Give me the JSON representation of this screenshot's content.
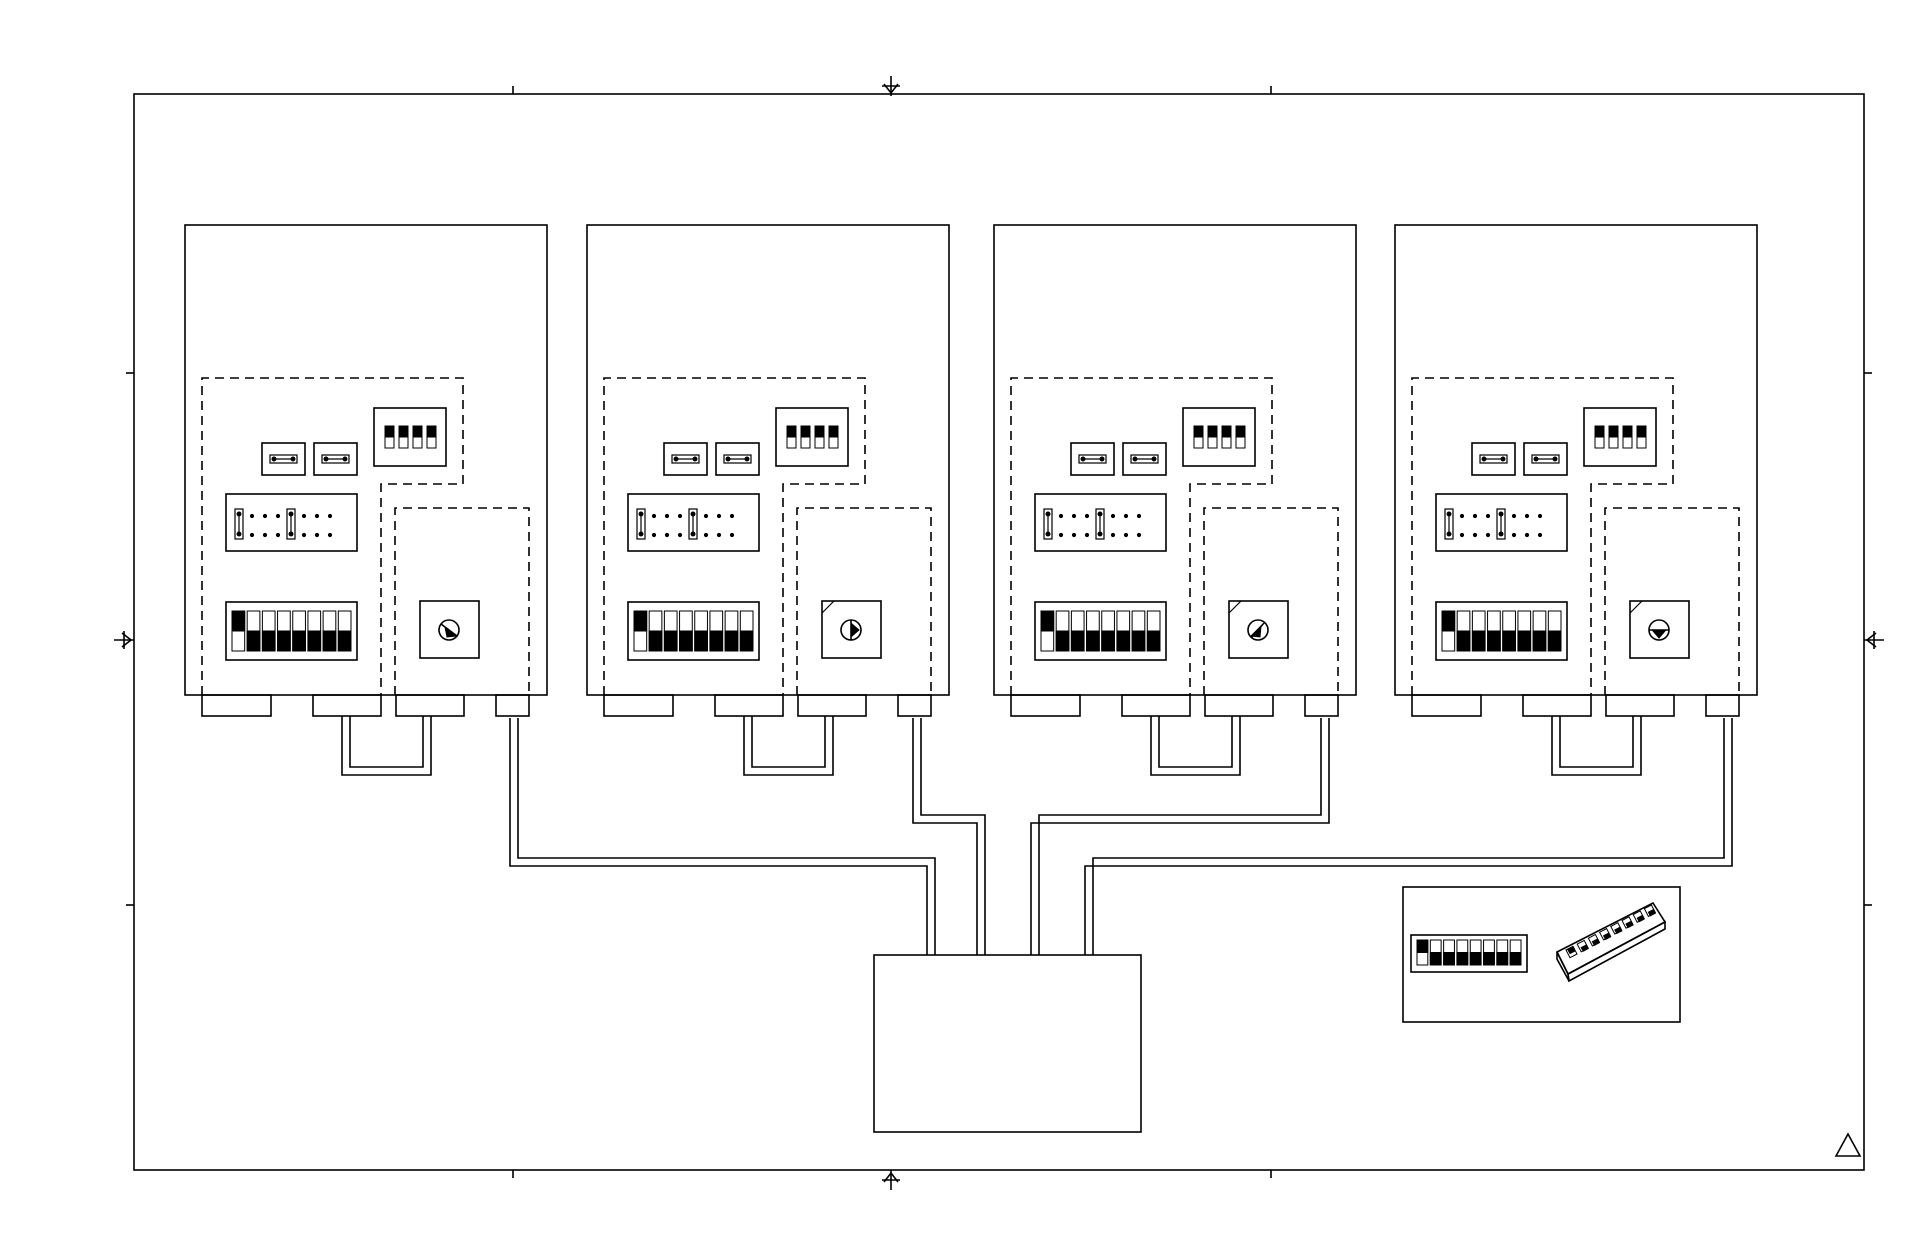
{
  "units": [
    {
      "id": "unit-1",
      "dip4": [
        1,
        1,
        1,
        1
      ],
      "dip8": [
        1,
        0,
        0,
        0,
        0,
        0,
        0,
        0
      ],
      "jumper_row": [
        1,
        0,
        0,
        0,
        1,
        0,
        0,
        0
      ],
      "rotary": "slash"
    },
    {
      "id": "unit-2",
      "dip4": [
        1,
        1,
        1,
        1
      ],
      "dip8": [
        1,
        0,
        0,
        0,
        0,
        0,
        0,
        0
      ],
      "jumper_row": [
        1,
        0,
        0,
        0,
        1,
        0,
        0,
        0
      ],
      "rotary": "right-half"
    },
    {
      "id": "unit-3",
      "dip4": [
        1,
        1,
        1,
        1
      ],
      "dip8": [
        1,
        0,
        0,
        0,
        0,
        0,
        0,
        0
      ],
      "jumper_row": [
        1,
        0,
        0,
        0,
        1,
        0,
        0,
        0
      ],
      "rotary": "slash-steep"
    },
    {
      "id": "unit-4",
      "dip4": [
        1,
        1,
        1,
        1
      ],
      "dip8": [
        1,
        0,
        0,
        0,
        0,
        0,
        0,
        0
      ],
      "jumper_row": [
        1,
        0,
        0,
        0,
        1,
        0,
        0,
        0
      ],
      "rotary": "bottom-half"
    }
  ],
  "legend": {
    "dip8": [
      1,
      0,
      0,
      0,
      0,
      0,
      0,
      0
    ]
  },
  "colors": {
    "line": "#000000",
    "background": "#ffffff"
  },
  "icons": [
    "warning-triangle-icon",
    "registration-mark-icon"
  ]
}
